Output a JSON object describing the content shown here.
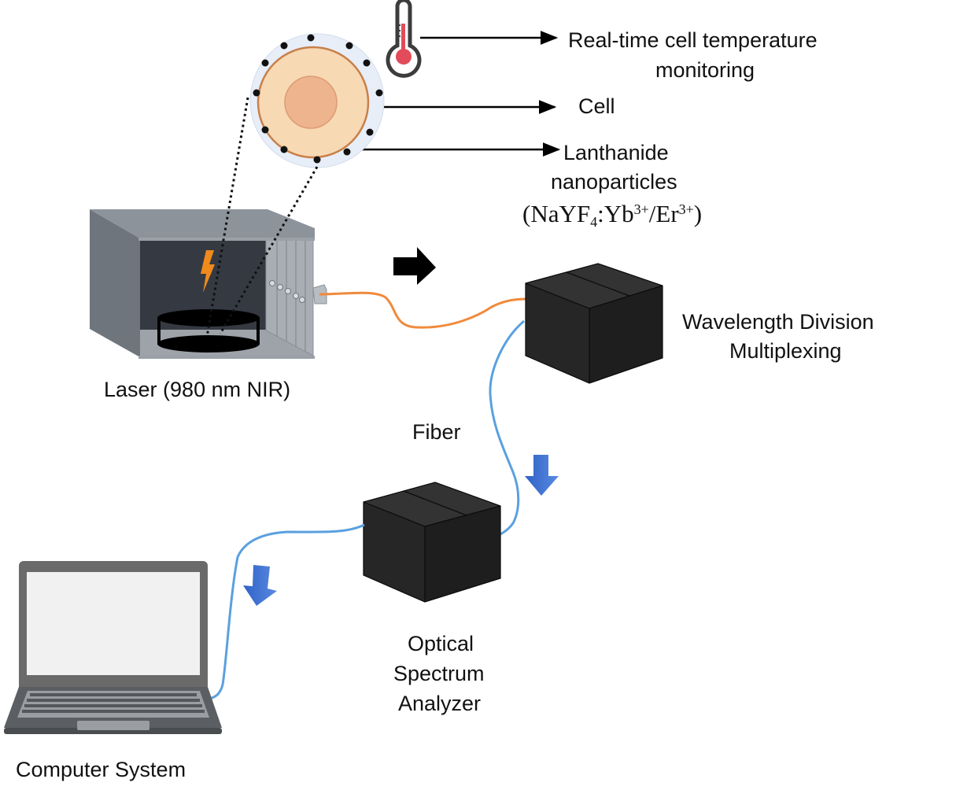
{
  "diagram": {
    "title": "Real-time cell temperature monitoring setup with lanthanide nanoparticles",
    "labels": {
      "temperature_line1": "Real-time cell temperature",
      "temperature_line2": "monitoring",
      "cell": "Cell",
      "nanoparticles_line1": "Lanthanide",
      "nanoparticles_line2": "nanoparticles",
      "formula_prefix": "(NaYF",
      "formula_sub": "4",
      "formula_mid": ":Yb",
      "formula_sup1": "3+",
      "formula_slash": "/Er",
      "formula_sup2": "3+",
      "formula_suffix": ")",
      "laser": "Laser (980 nm NIR)",
      "wdm_line1": "Wavelength Division",
      "wdm_line2": "Multiplexing",
      "fiber": "Fiber",
      "osa_line1": "Optical",
      "osa_line2": "Spectrum",
      "osa_line3": "Analyzer",
      "computer": "Computer System"
    },
    "nodes": [
      {
        "id": "cell",
        "name": "Cell with lanthanide nanoparticles"
      },
      {
        "id": "laser",
        "name": "Laser (980 nm NIR)"
      },
      {
        "id": "wdm",
        "name": "Wavelength Division Multiplexing"
      },
      {
        "id": "osa",
        "name": "Optical Spectrum Analyzer"
      },
      {
        "id": "computer",
        "name": "Computer System"
      }
    ],
    "edges": [
      {
        "from": "laser",
        "to": "wdm",
        "medium": "fiber",
        "color": "#f08a3c"
      },
      {
        "from": "wdm",
        "to": "osa",
        "medium": "fiber",
        "color": "#5aa0e0"
      },
      {
        "from": "osa",
        "to": "computer",
        "medium": "fiber",
        "color": "#5aa0e0"
      }
    ],
    "colors": {
      "laser_fiber": "#f08a3c",
      "signal_fiber": "#5aa0e0",
      "flow_arrow_blue": "#3a6fd0",
      "flow_arrow_black": "#000000",
      "cell_body": "#f7d9b4",
      "cell_nucleus": "#eeb48e",
      "cell_membrane": "#c8804a",
      "halo": "#e8eef8",
      "thermometer_red": "#e24b5a",
      "lightning": "#f08a1c",
      "box_dark": "#222222"
    }
  }
}
